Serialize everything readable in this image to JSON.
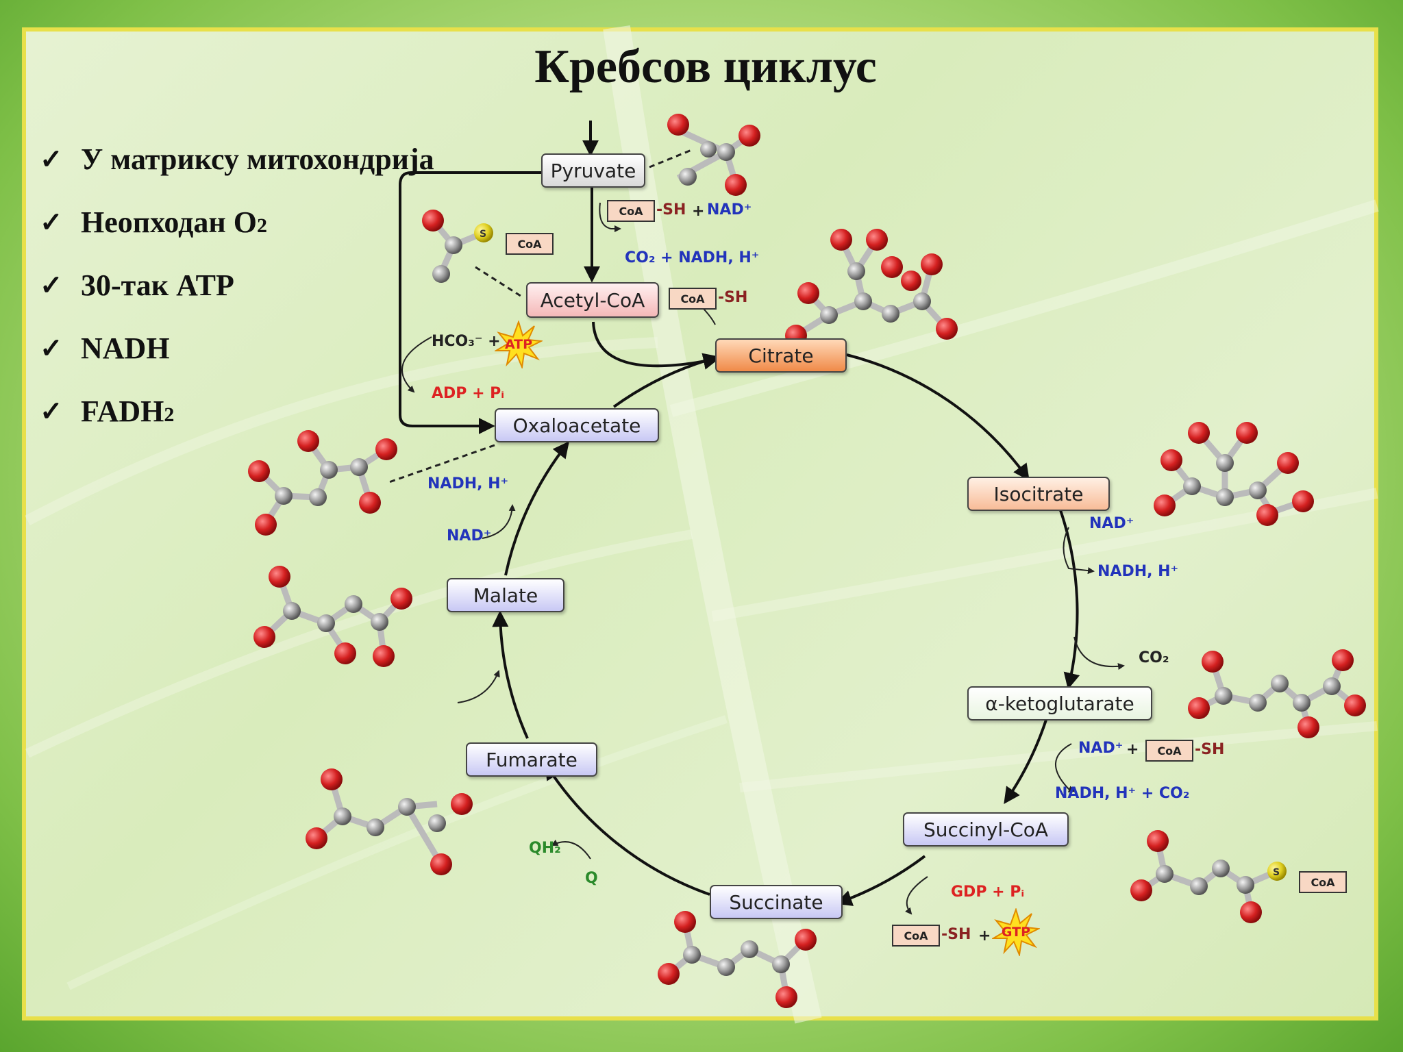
{
  "title": "Кребсов циклус",
  "bullets": [
    {
      "text": "У матриксу митохондрија",
      "sub": ""
    },
    {
      "text": "Неопходан O",
      "sub": "2"
    },
    {
      "text": "30-так ATP",
      "sub": ""
    },
    {
      "text": "NADH",
      "sub": ""
    },
    {
      "text": "FADH",
      "sub": "2"
    }
  ],
  "check_mark": "✓",
  "metabolites": {
    "pyruvate": "Pyruvate",
    "acetyl_coa": "Acetyl-CoA",
    "citrate": "Citrate",
    "isocitrate": "Isocitrate",
    "ketoglutarate": "α-ketoglutarate",
    "succinyl_coa": "Succinyl-CoA",
    "succinate": "Succinate",
    "fumarate": "Fumarate",
    "malate": "Malate",
    "oxaloacetate": "Oxaloacetate"
  },
  "coa_label": "CoA",
  "cofactors": {
    "sh": "-SH",
    "plus": "+",
    "nad_plus": "NAD⁺",
    "co2_nadh": "CO₂ + NADH, H⁺",
    "nadh_h": "NADH, H⁺",
    "co2": "CO₂",
    "nadh_h_co2": "NADH, H⁺ + CO₂",
    "gdp_pi": "GDP + Pᵢ",
    "gtp": "GTP",
    "atp": "ATP",
    "hco3": "HCO₃⁻ +",
    "adp_pi": "ADP + Pᵢ",
    "qh2": "QH₂",
    "q": "Q",
    "s": "S"
  },
  "colors": {
    "frame": "#e8e04a",
    "oxygen_atom": "#d42020",
    "carbon_atom": "#9a9a9a",
    "sulfur_atom": "#e0d020",
    "nad": "#2233bb",
    "atp": "#dd2222"
  }
}
